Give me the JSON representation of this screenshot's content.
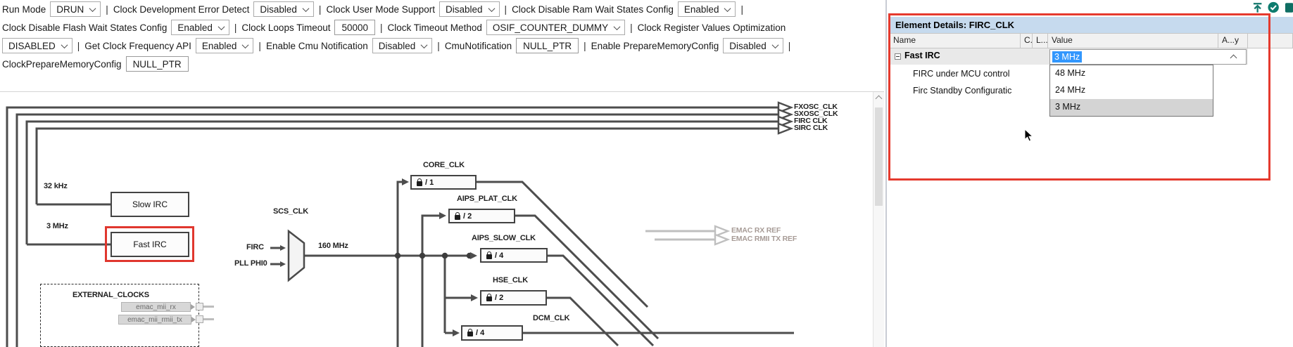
{
  "toolbar": {
    "separator": "|",
    "rows": [
      [
        {
          "t": "label",
          "v": "Run Mode"
        },
        {
          "t": "select",
          "v": "DRUN"
        },
        {
          "t": "sep"
        },
        {
          "t": "label",
          "v": "Clock Development Error Detect"
        },
        {
          "t": "select",
          "v": "Disabled"
        },
        {
          "t": "sep"
        },
        {
          "t": "label",
          "v": "Clock User Mode Support"
        },
        {
          "t": "select",
          "v": "Disabled"
        },
        {
          "t": "sep"
        },
        {
          "t": "label",
          "v": "Clock Disable Ram Wait States Config"
        },
        {
          "t": "select",
          "v": "Enabled"
        },
        {
          "t": "sep"
        }
      ],
      [
        {
          "t": "label",
          "v": "Clock Disable Flash Wait States Config"
        },
        {
          "t": "select",
          "v": "Enabled"
        },
        {
          "t": "sep"
        },
        {
          "t": "label",
          "v": "Clock Loops Timeout"
        },
        {
          "t": "input",
          "v": "50000"
        },
        {
          "t": "sep"
        },
        {
          "t": "label",
          "v": "Clock Timeout Method"
        },
        {
          "t": "select",
          "v": "OSIF_COUNTER_DUMMY"
        },
        {
          "t": "sep"
        },
        {
          "t": "label",
          "v": "Clock Register Values Optimization"
        }
      ],
      [
        {
          "t": "select",
          "v": "DISABLED"
        },
        {
          "t": "sep"
        },
        {
          "t": "label",
          "v": "Get Clock Frequency API"
        },
        {
          "t": "select",
          "v": "Enabled"
        },
        {
          "t": "sep"
        },
        {
          "t": "label",
          "v": "Enable Cmu Notification"
        },
        {
          "t": "select",
          "v": "Disabled"
        },
        {
          "t": "sep"
        },
        {
          "t": "label",
          "v": "CmuNotification"
        },
        {
          "t": "input",
          "v": "NULL_PTR"
        },
        {
          "t": "sep"
        },
        {
          "t": "label",
          "v": "Enable PrepareMemoryConfig"
        },
        {
          "t": "select",
          "v": "Disabled"
        },
        {
          "t": "sep"
        }
      ],
      [
        {
          "t": "label",
          "v": "ClockPrepareMemoryConfig"
        },
        {
          "t": "input",
          "v": "NULL_PTR"
        }
      ]
    ]
  },
  "diagram": {
    "outputs": [
      "FXOSC_CLK",
      "SXOSC_CLK",
      "FIRC CLK",
      "SIRC CLK"
    ],
    "freq_32khz": "32 kHz",
    "freq_3mhz": "3 MHz",
    "slow_irc": "Slow IRC",
    "fast_irc": "Fast IRC",
    "scs_clk": "SCS_CLK",
    "firc_in": "FIRC",
    "pll_phi0": "PLL PHI0",
    "freq_160mhz": "160 MHz",
    "dividers": [
      {
        "label": "CORE_CLK",
        "value": "/ 1"
      },
      {
        "label": "AIPS_PLAT_CLK",
        "value": "/ 2"
      },
      {
        "label": "AIPS_SLOW_CLK",
        "value": "/ 4"
      },
      {
        "label": "HSE_CLK",
        "value": "/ 2"
      },
      {
        "label": "DCM_CLK",
        "value": "/ 4"
      }
    ],
    "external_clocks": {
      "title": "EXTERNAL_CLOCKS",
      "items": [
        "emac_mii_rx",
        "emac_mii_rmii_tx"
      ]
    },
    "emac_refs": [
      "EMAC RX REF",
      "EMAC RMII TX REF"
    ]
  },
  "panel": {
    "title": "Element Details: FIRC_CLK",
    "columns": [
      "Name",
      "C..",
      "L...",
      "Value",
      "A...y"
    ],
    "tree": {
      "parent": "Fast IRC",
      "value": "3 MHz",
      "children": [
        "FIRC under MCU control",
        "Firc Standby Configuratic"
      ]
    },
    "dropdown": {
      "options": [
        "48 MHz",
        "24 MHz",
        "3 MHz"
      ],
      "selected": "3 MHz"
    }
  },
  "colors": {
    "annotation_red": "#e53a2e",
    "header_blue": "#c6daee",
    "icon_teal": "#16796e",
    "selection_blue": "#3297fd"
  }
}
